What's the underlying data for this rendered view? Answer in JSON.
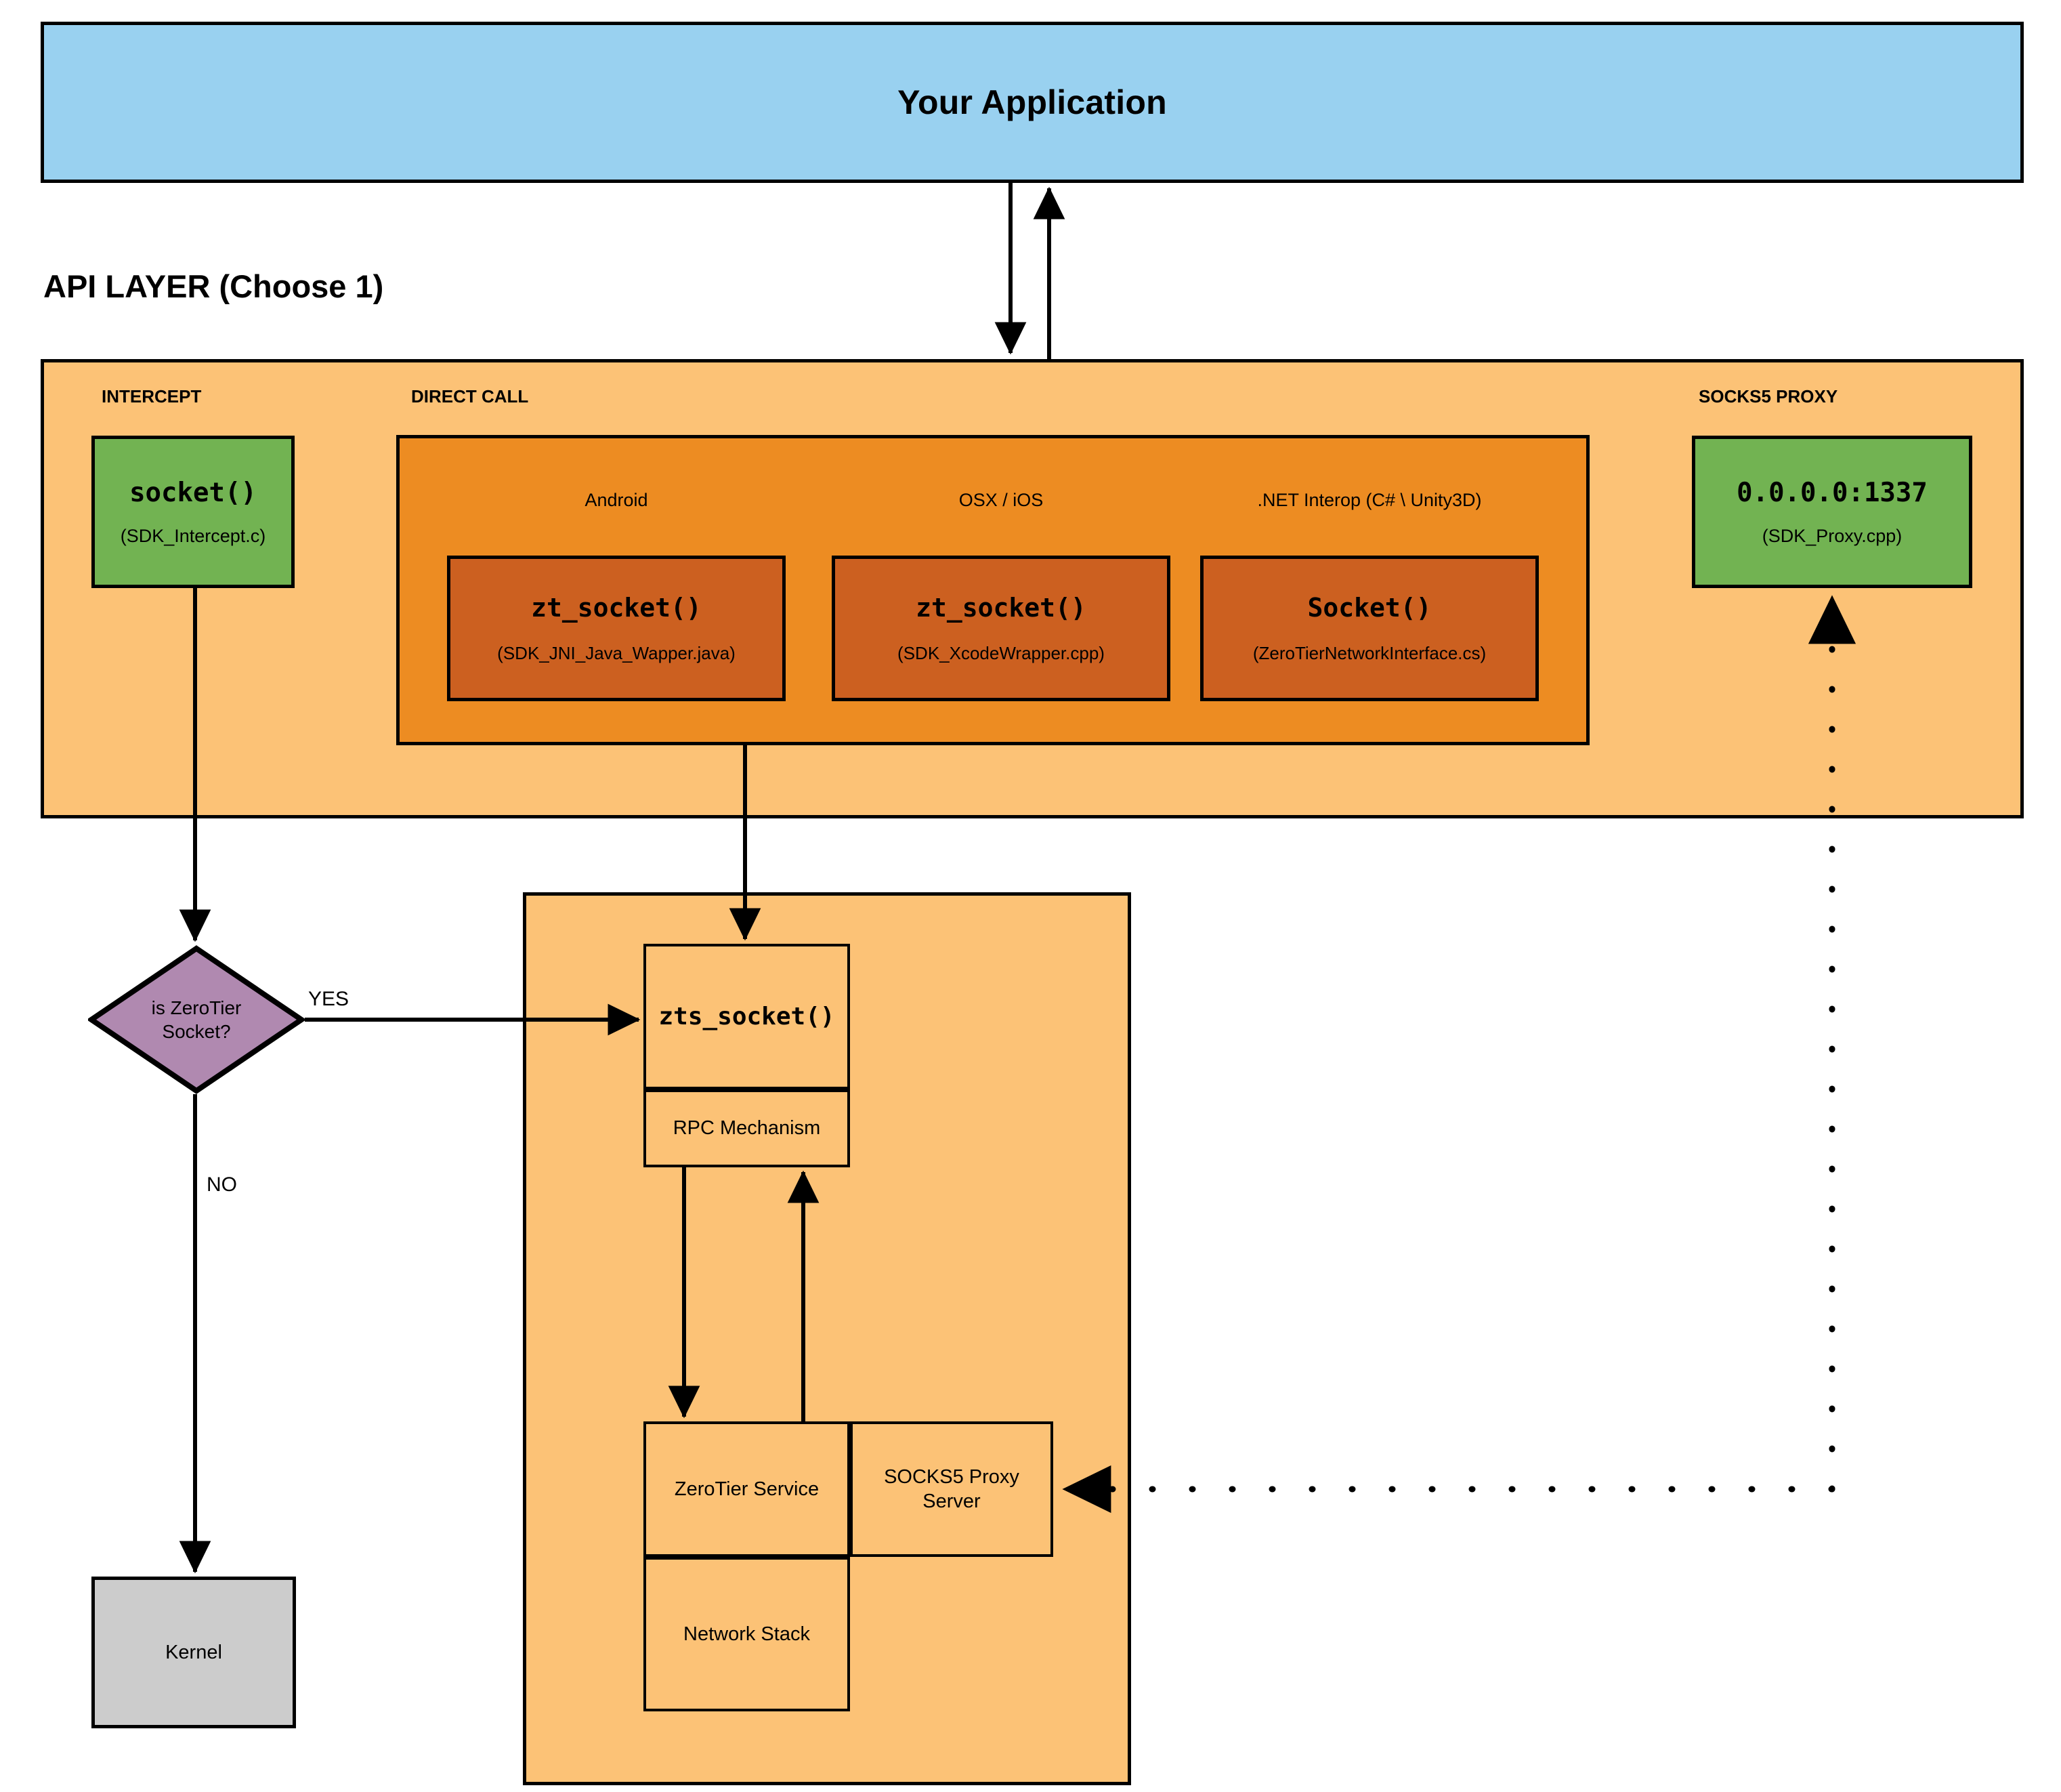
{
  "diagram": {
    "app": {
      "title": "Your Application"
    },
    "section_title": "API LAYER (Choose 1)",
    "api_layer": {
      "groups": {
        "intercept": "INTERCEPT",
        "direct_call": "DIRECT CALL",
        "socks5_proxy": "SOCKS5 PROXY"
      },
      "intercept_box": {
        "title": "socket()",
        "file": "(SDK_Intercept.c)"
      },
      "direct_call_platforms": [
        {
          "platform": "Android",
          "title": "zt_socket()",
          "file": "(SDK_JNI_Java_Wapper.java)"
        },
        {
          "platform": "OSX / iOS",
          "title": "zt_socket()",
          "file": "(SDK_XcodeWrapper.cpp)"
        },
        {
          "platform": ".NET Interop (C# \\ Unity3D)",
          "title": "Socket()",
          "file": "(ZeroTierNetworkInterface.cs)"
        }
      ],
      "proxy_box": {
        "title": "0.0.0.0:1337",
        "file": "(SDK_Proxy.cpp)"
      }
    },
    "decision": {
      "text_line1": "is ZeroTier",
      "text_line2": "Socket?",
      "yes_label": "YES",
      "no_label": "NO"
    },
    "kernel": {
      "label": "Kernel"
    },
    "service_container": {
      "zts_socket": "zts_socket()",
      "rpc": "RPC Mechanism",
      "zerotier_service": "ZeroTier Service",
      "socks5_proxy_server_line1": "SOCKS5 Proxy",
      "socks5_proxy_server_line2": "Server",
      "network_stack": "Network Stack"
    },
    "colors": {
      "application": "#99D1F0",
      "api_layer": "#FCC276",
      "direct_call": "#ED8C22",
      "inner_wrapper": "#CC6020",
      "green": "#72B352",
      "diamond": "#B089B0",
      "kernel": "#CCCCCC",
      "stroke": "#000000"
    }
  }
}
